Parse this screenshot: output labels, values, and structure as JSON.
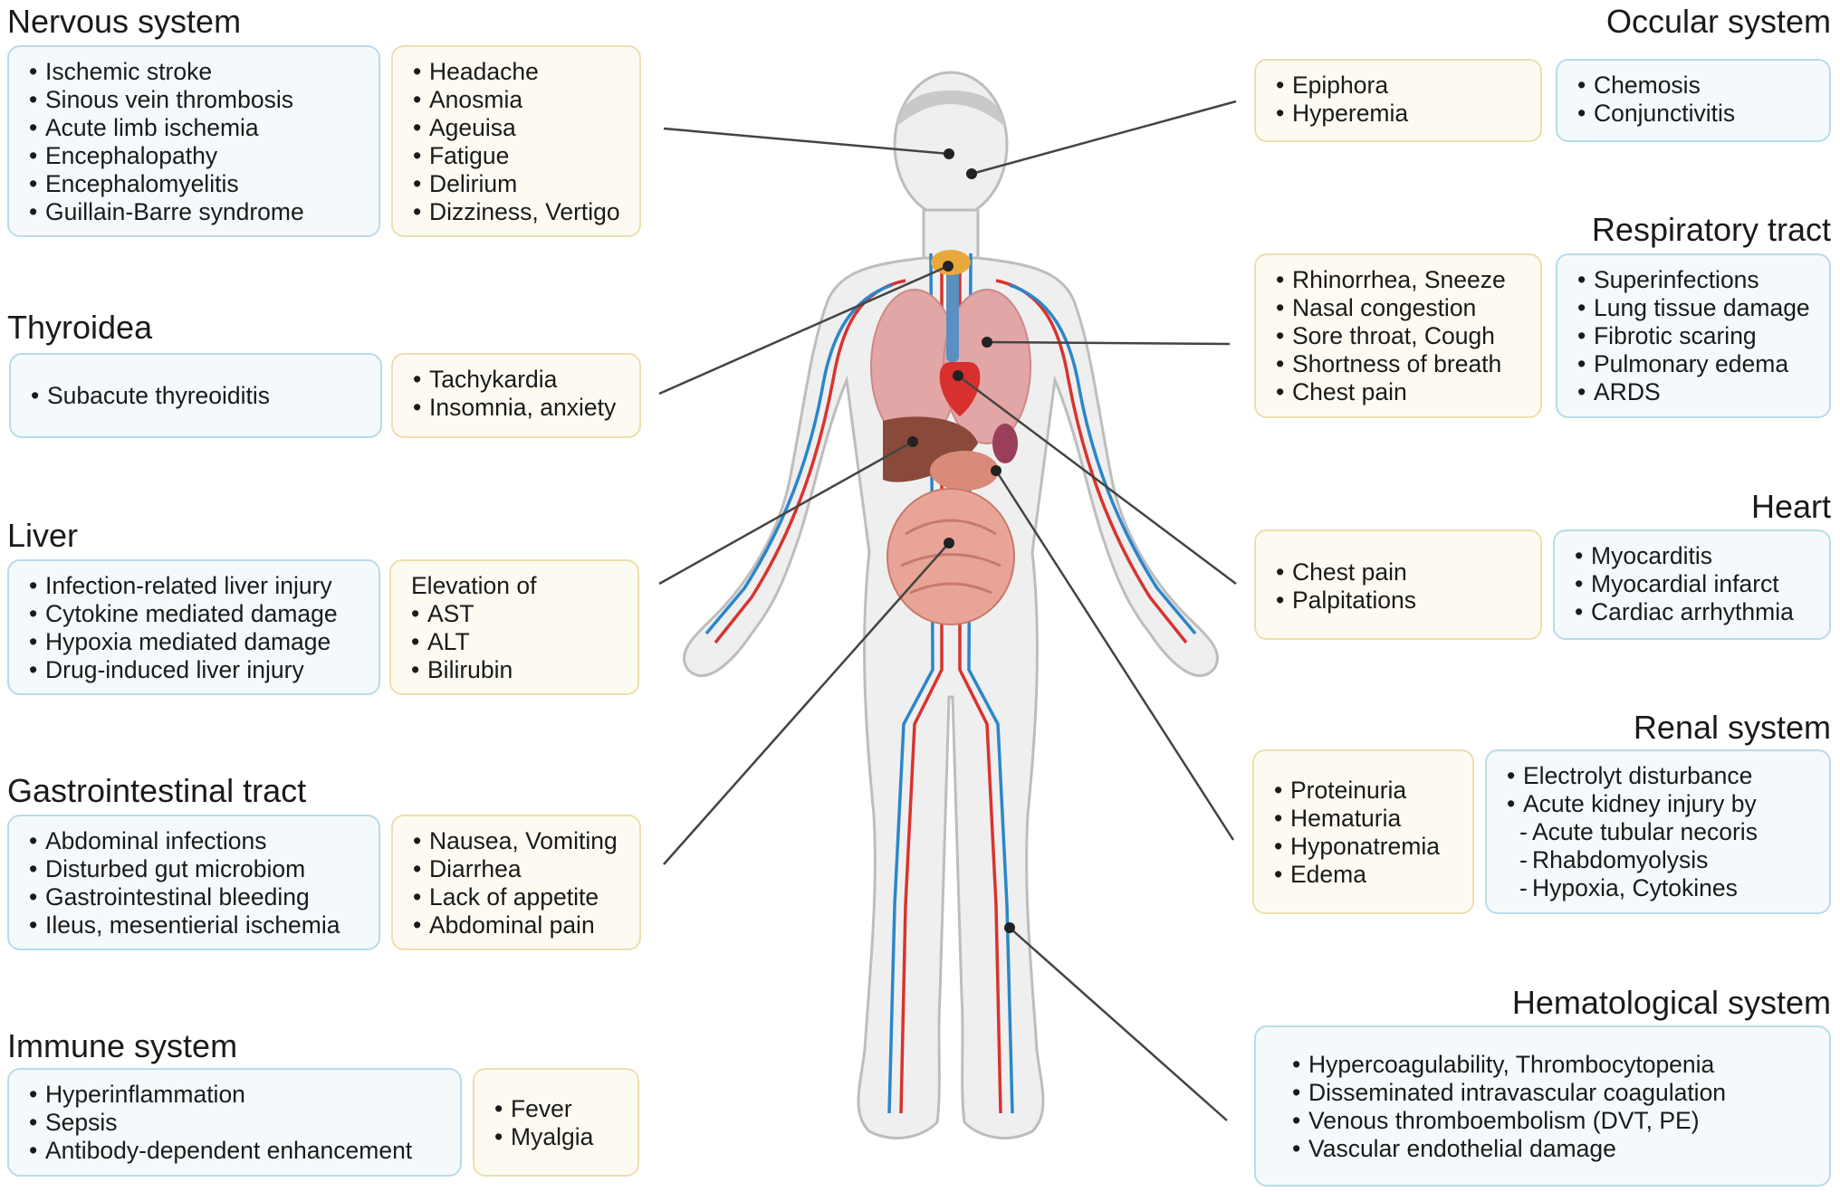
{
  "sections": {
    "nervous": {
      "title": "Nervous system",
      "blue": [
        "Ischemic stroke",
        "Sinous vein thrombosis",
        "Acute limb ischemia",
        "Encephalopathy",
        "Encephalomyelitis",
        "Guillain-Barre syndrome"
      ],
      "yellow": [
        "Headache",
        "Anosmia",
        "Ageuisa",
        "Fatigue",
        "Delirium",
        "Dizziness, Vertigo"
      ]
    },
    "thyroidea": {
      "title": "Thyroidea",
      "blue": [
        "Subacute thyreoiditis"
      ],
      "yellow": [
        "Tachykardia",
        "Insomnia, anxiety"
      ]
    },
    "liver": {
      "title": "Liver",
      "blue": [
        "Infection-related liver injury",
        "Cytokine mediated damage",
        "Hypoxia mediated damage",
        "Drug-induced liver injury"
      ],
      "yellow_intro": "Elevation of",
      "yellow": [
        "AST",
        "ALT",
        "Bilirubin"
      ]
    },
    "gi": {
      "title": "Gastrointestinal tract",
      "blue": [
        "Abdominal infections",
        "Disturbed gut microbiom",
        "Gastrointestinal bleeding",
        "Ileus, mesentierial ischemia"
      ],
      "yellow": [
        "Nausea, Vomiting",
        "Diarrhea",
        "Lack of appetite",
        "Abdominal pain"
      ]
    },
    "immune": {
      "title": "Immune system",
      "blue": [
        "Hyperinflammation",
        "Sepsis",
        "Antibody-dependent enhancement"
      ],
      "yellow": [
        "Fever",
        "Myalgia"
      ]
    },
    "ocular": {
      "title": "Occular system",
      "yellow": [
        "Epiphora",
        "Hyperemia"
      ],
      "blue": [
        "Chemosis",
        "Conjunctivitis"
      ]
    },
    "respiratory": {
      "title": "Respiratory tract",
      "yellow": [
        "Rhinorrhea, Sneeze",
        "Nasal congestion",
        "Sore throat, Cough",
        "Shortness of breath",
        "Chest pain"
      ],
      "blue": [
        "Superinfections",
        "Lung tissue damage",
        "Fibrotic scaring",
        "Pulmonary edema",
        "ARDS"
      ]
    },
    "heart": {
      "title": "Heart",
      "yellow": [
        "Chest pain",
        "Palpitations"
      ],
      "blue": [
        "Myocarditis",
        "Myocardial infarct",
        "Cardiac arrhythmia"
      ]
    },
    "renal": {
      "title": "Renal system",
      "yellow": [
        "Proteinuria",
        "Hematuria",
        "Hyponatremia",
        "Edema"
      ],
      "blue": [
        "Electrolyt disturbance",
        "Acute kidney injury by"
      ],
      "blue_sub": [
        "Acute tubular necoris",
        "Rhabdomyolysis",
        "Hypoxia, Cytokines"
      ]
    },
    "hematological": {
      "title": "Hematological system",
      "blue": [
        "Hypercoagulability, Thrombocytopenia",
        "Disseminated intravascular coagulation",
        "Venous thromboembolism (DVT, PE)",
        "Vascular endothelial damage"
      ]
    }
  },
  "colors": {
    "blue_box_fill": "#f4f9fc",
    "blue_box_border": "#b9dbe9",
    "yellow_box_fill": "#fdfbf1",
    "yellow_box_border": "#ecdfae",
    "artery": "#d9332e",
    "vein": "#2a86c9",
    "body_outline": "#bdbdbd"
  }
}
